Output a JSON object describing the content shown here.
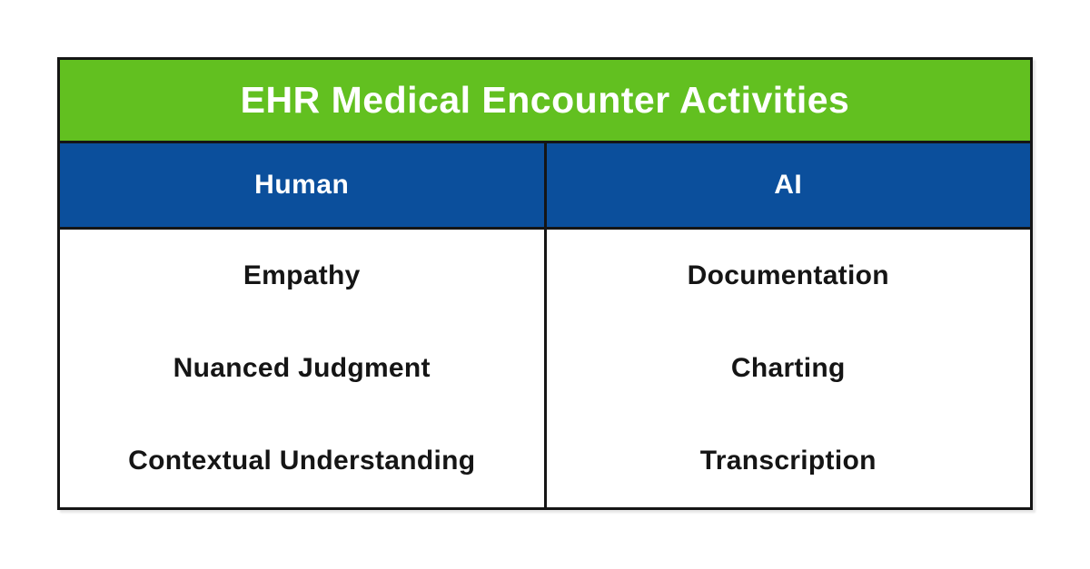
{
  "chart_data": {
    "type": "table",
    "title": "EHR Medical Encounter Activities",
    "columns": [
      "Human",
      "AI"
    ],
    "rows": [
      [
        "Empathy",
        "Documentation"
      ],
      [
        "Nuanced Judgment",
        "Charting"
      ],
      [
        "Contextual Understanding",
        "Transcription"
      ]
    ]
  },
  "colors": {
    "title_bg": "#62c020",
    "title_text": "#ffffff",
    "header_bg": "#0b4f9c",
    "header_text": "#ffffff",
    "body_bg": "#ffffff",
    "body_text": "#151515",
    "border": "#151515",
    "page_bg": "#ffffff"
  }
}
